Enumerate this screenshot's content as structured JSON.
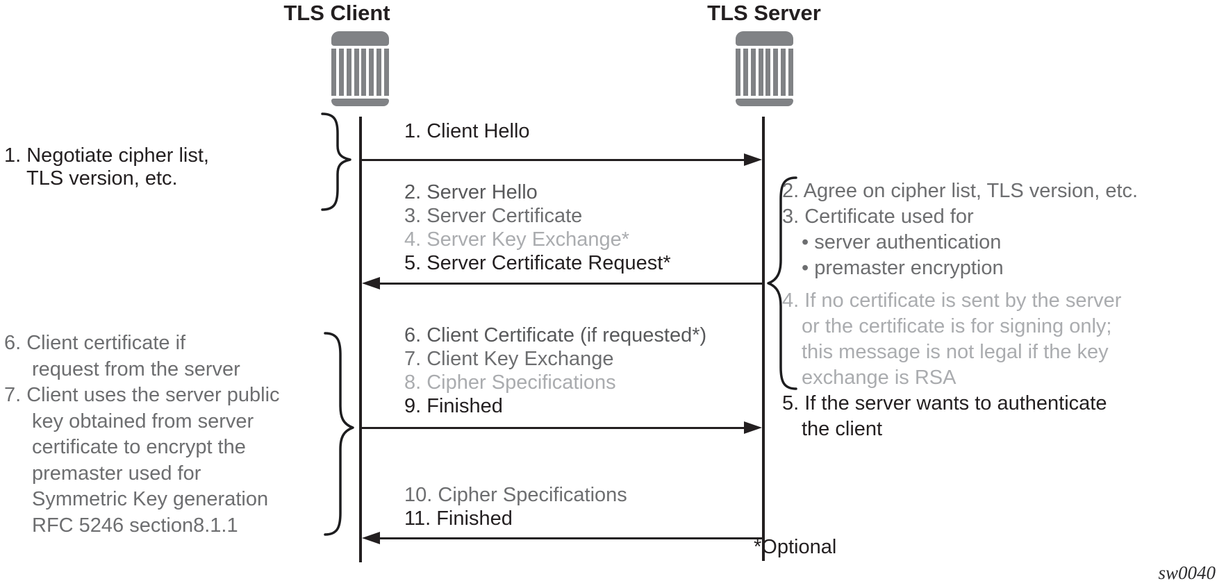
{
  "title_client": "TLS Client",
  "title_server": "TLS Server",
  "colors": {
    "black": "#231f20",
    "dark_gray": "#58595b",
    "medium_gray": "#6d6e70",
    "light_gray": "#aaacaf",
    "icon_gray": "#808285"
  },
  "messages": {
    "m1": {
      "text": "1. Client Hello",
      "tone": "black",
      "direction": "client-to-server"
    },
    "m2": {
      "text": "2. Server Hello",
      "tone": "dark"
    },
    "m3": {
      "text": "3. Server Certificate",
      "tone": "medium"
    },
    "m4": {
      "text": "4. Server Key Exchange*",
      "tone": "light"
    },
    "m5": {
      "text": "5. Server Certificate Request*",
      "tone": "black",
      "direction": "server-to-client"
    },
    "m6": {
      "text": "6. Client Certificate (if requested*)",
      "tone": "dark"
    },
    "m7": {
      "text": "7. Client Key Exchange",
      "tone": "medium"
    },
    "m8": {
      "text": "8. Cipher Specifications",
      "tone": "light"
    },
    "m9": {
      "text": "9. Finished",
      "tone": "black",
      "direction": "client-to-server"
    },
    "m10": {
      "text": "10. Cipher Specifications",
      "tone": "medium"
    },
    "m11": {
      "text": "11. Finished",
      "tone": "black",
      "direction": "server-to-client"
    }
  },
  "left_notes": {
    "note1": {
      "line1": "1. Negotiate cipher list,",
      "line2": "TLS version, etc."
    },
    "note2": {
      "line1": "6. Client certificate if",
      "line2": "request from the server",
      "line3": "7. Client uses the server public",
      "line4": "key obtained from server",
      "line5": "certificate to encrypt the",
      "line6": "premaster used for",
      "line7": "Symmetric Key generation",
      "line8": "RFC 5246 section8.1.1"
    }
  },
  "right_notes": {
    "item2": "2. Agree on cipher list, TLS version, etc.",
    "item3": "3. Certificate used for",
    "item3_bullet1": "• server authentication",
    "item3_bullet2": "• premaster encryption",
    "item4_line1": "4. If no certificate is sent by the server",
    "item4_line2": "or the certificate is for signing only;",
    "item4_line3": "this message is not legal if the key",
    "item4_line4": "exchange is RSA",
    "item5_line1": "5. If the server wants to authenticate",
    "item5_line2": "the client"
  },
  "footnote": "*Optional",
  "watermark": "sw0040"
}
